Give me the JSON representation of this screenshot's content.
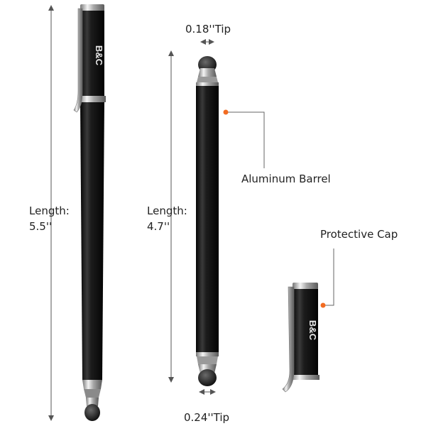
{
  "pens": {
    "long": {
      "length_label": "Length:",
      "length_value": "5.5''",
      "brand": "B&C"
    },
    "short": {
      "length_label": "Length:",
      "length_value": "4.7''",
      "top_tip": "0.18''Tip",
      "bottom_tip": "0.24''Tip"
    },
    "cap": {
      "brand": "B&C"
    }
  },
  "callouts": {
    "barrel": "Aluminum Barrel",
    "cap": "Protective Cap"
  },
  "colors": {
    "barrel": "#151515",
    "chrome": "#c4c4c4",
    "accent": "#f26b21",
    "dimension_line": "#555555"
  }
}
